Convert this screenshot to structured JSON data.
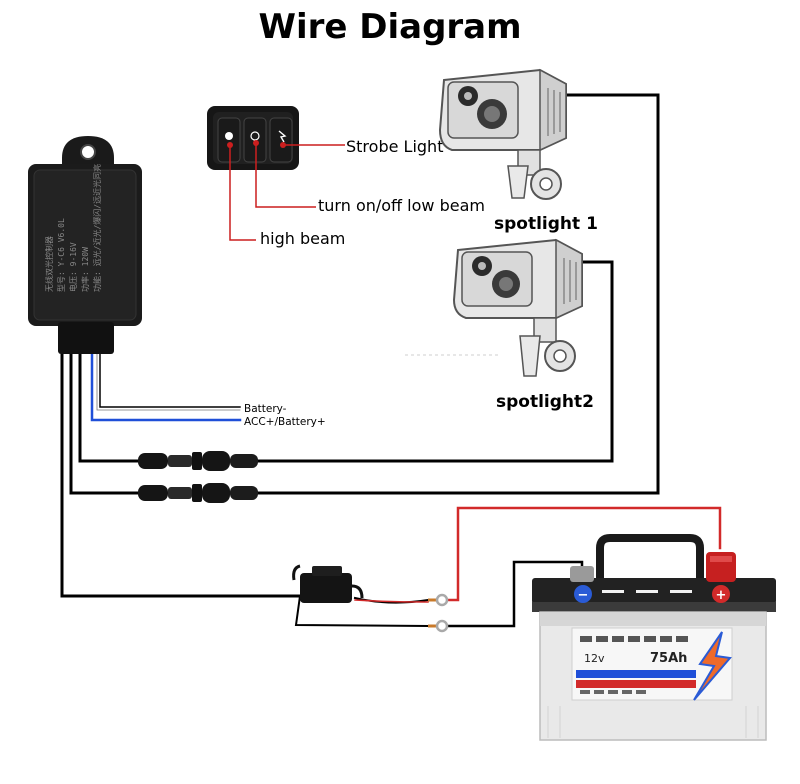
{
  "title": "Wire Diagram",
  "labels": {
    "strobe_light": "Strobe Light",
    "low_beam": "turn on/off low beam",
    "high_beam": "high beam",
    "spotlight_1": "spotlight 1",
    "spotlight_2": "spotlight2",
    "battery_minus": "Battery-",
    "acc_battery_plus": "ACC+/Battery+"
  },
  "controller_text": [
    "无线双光控制器",
    "型号: Y-C6 V6.0L",
    "电压: 9-16V",
    "功率: 120W",
    "功能: 远光/近光/爆闪/远近光同亮"
  ],
  "battery": {
    "voltage": "12v",
    "capacity": "75Ah",
    "plus_symbol": "+",
    "minus_symbol": "−"
  },
  "colors": {
    "wire_black": "#000000",
    "wire_red": "#d22a2a",
    "wire_blue": "#1f4fd8",
    "annotation_red": "#cc1f1f"
  },
  "icons": [
    "remote-icon",
    "controller-box-icon",
    "spotlight-icon",
    "waterproof-connector-icon",
    "fuse-holder-icon",
    "ring-terminal-icon",
    "car-battery-icon"
  ]
}
